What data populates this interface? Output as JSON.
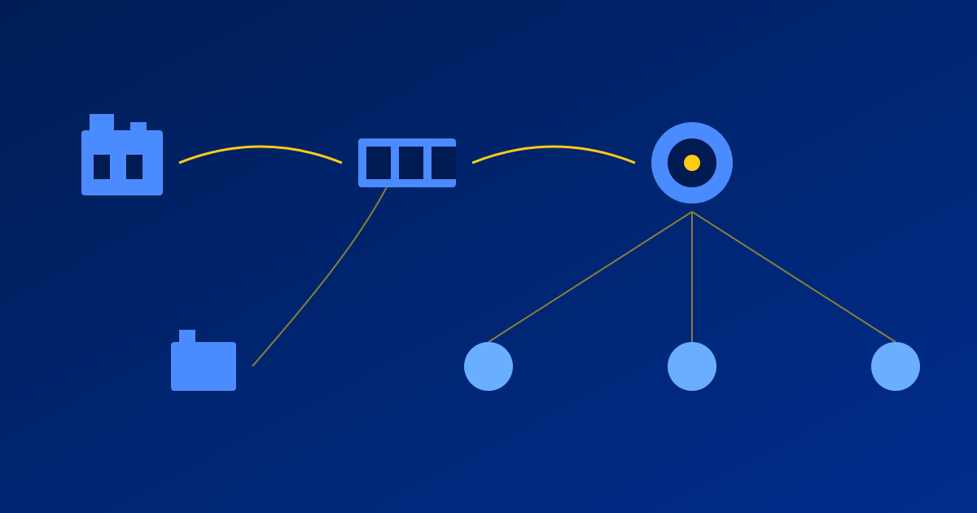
{
  "colors": {
    "background_top_left": "#001d55",
    "background_bottom_right": "#002d8c",
    "icon_blue": "#4a8bff",
    "icon_dark": "#001a52",
    "node_light_blue": "#6aafff",
    "accent_yellow": "#fccc16",
    "connector_gold": "#8a7d3a"
  },
  "icons": {
    "factory": "factory-icon",
    "pipeline": "segmented-bar-icon",
    "target": "target-icon",
    "folder": "folder-icon",
    "child_node": "circle-node-icon"
  },
  "links": [
    {
      "from": "factory",
      "to": "pipeline",
      "style": "curved-yellow"
    },
    {
      "from": "pipeline",
      "to": "target",
      "style": "curved-yellow"
    },
    {
      "from": "pipeline",
      "to": "folder",
      "style": "thin-gold"
    },
    {
      "from": "target",
      "to": "child-node-1",
      "style": "thin-gold"
    },
    {
      "from": "target",
      "to": "child-node-2",
      "style": "thin-gold"
    },
    {
      "from": "target",
      "to": "child-node-3",
      "style": "thin-gold"
    }
  ]
}
